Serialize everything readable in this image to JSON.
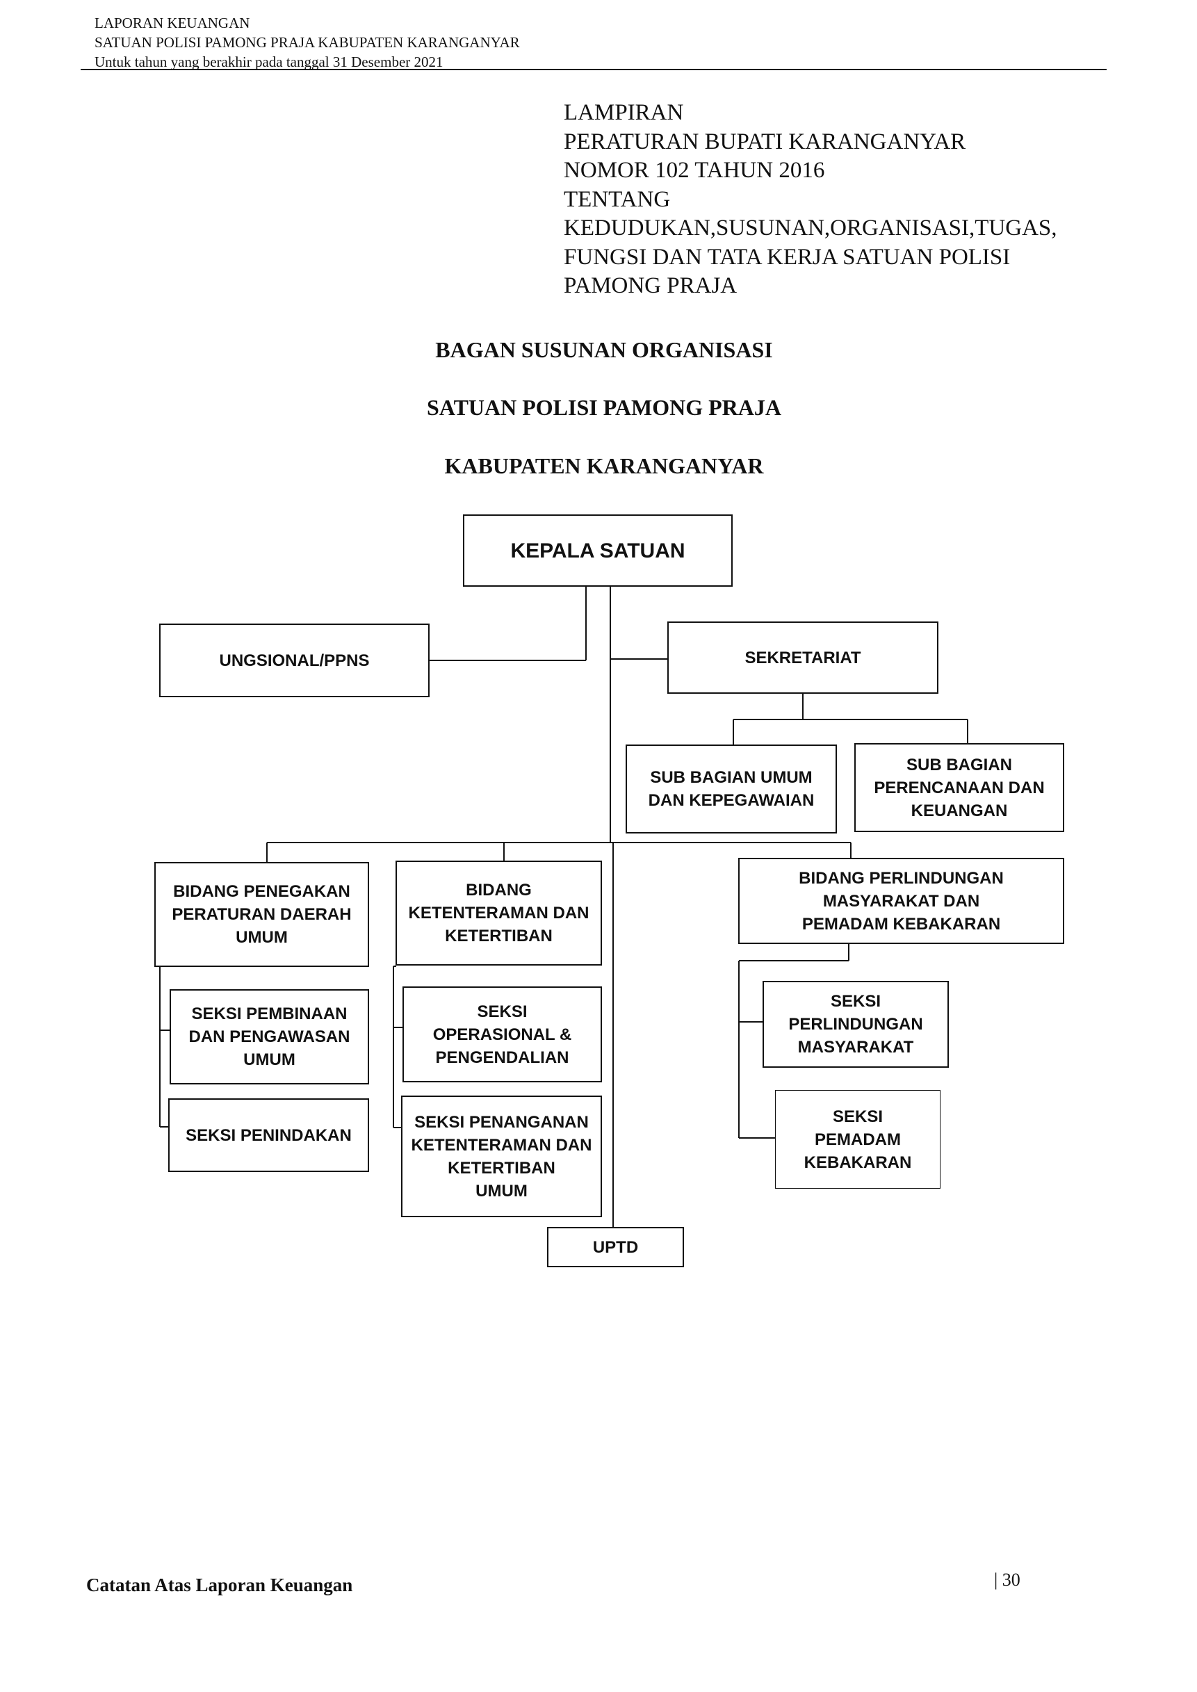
{
  "header": {
    "line1": "LAPORAN KEUANGAN",
    "line2": "SATUAN POLISI PAMONG PRAJA KABUPATEN KARANGANYAR",
    "line3": "Untuk tahun yang berakhir pada tanggal 31 Desember 2021"
  },
  "lampiran": {
    "lines": [
      "LAMPIRAN",
      "PERATURAN BUPATI KARANGANYAR",
      "NOMOR 102 TAHUN 2016",
      "TENTANG",
      "KEDUDUKAN,SUSUNAN,ORGANISASI,TUGAS,",
      "FUNGSI DAN TATA KERJA SATUAN POLISI",
      "PAMONG PRAJA"
    ]
  },
  "title": {
    "line1": "BAGAN SUSUNAN ORGANISASI",
    "line2": "SATUAN POLISI PAMONG PRAJA",
    "line3": "KABUPATEN KARANGANYAR"
  },
  "org": {
    "kepala": "KEPALA SATUAN",
    "fungsional": "UNGSIONAL/PPNS",
    "sekretariat": "SEKRETARIAT",
    "sub_umum": "SUB BAGIAN UMUM\nDAN KEPEGAWAIAN",
    "sub_perencanaan": "SUB BAGIAN\nPERENCANAAN  DAN\nKEUANGAN",
    "bidang_penegakan": "BIDANG PENEGAKAN\nPERATURAN  DAERAH\nUMUM",
    "bidang_ketenteraman": "BIDANG\nKETENTERAMAN DAN\nKETERTIBAN",
    "bidang_perlindungan": "BIDANG PERLINDUNGAN\nMASYARAKAT  DAN\nPEMADAM KEBAKARAN",
    "seksi_pembinaan": "SEKSI   PEMBINAAN\nDAN PENGAWASAN\nUMUM",
    "seksi_penindakan": "SEKSI PENINDAKAN",
    "seksi_operasional": "SEKSI\nOPERASIONAL  &\nPENGENDALIAN",
    "seksi_penanganan": "SEKSI PENANGANAN\nKETENTERAMAN DAN\nKETERTIBAN\nUMUM",
    "seksi_perlindungan": "SEKSI\nPERLINDUNGAN\nMASYARAKAT",
    "seksi_pemadam": "SEKSI\nPEMADAM\nKEBAKARAN",
    "uptd": "UPTD"
  },
  "footer": {
    "left": "Catatan Atas Laporan Keuangan",
    "page": "| 30"
  }
}
